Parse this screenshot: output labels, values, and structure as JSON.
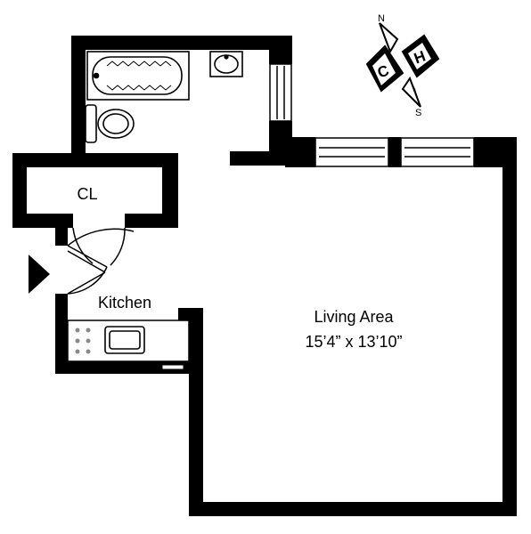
{
  "rooms": {
    "closet": {
      "label": "CL"
    },
    "kitchen": {
      "label": "Kitchen"
    },
    "living": {
      "label": "Living Area",
      "dimensions": "15’4” x 13’10”"
    }
  },
  "compass": {
    "north": "N",
    "south": "S",
    "logo_letters": [
      "C",
      "H"
    ]
  },
  "entrance_marker": "entrance-arrow",
  "colors": {
    "wall": "#000000",
    "fixture": "#000000",
    "background": "#ffffff",
    "burner": "#888888"
  }
}
